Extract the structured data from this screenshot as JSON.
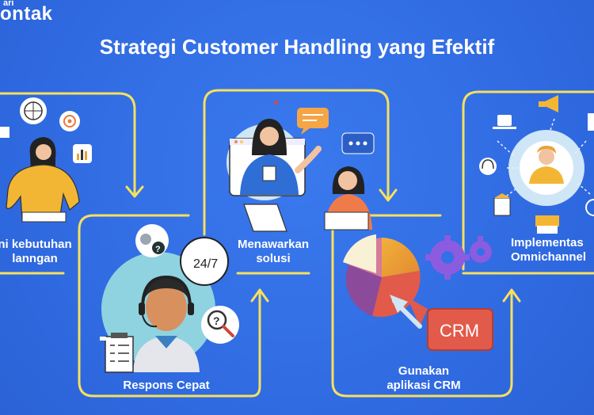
{
  "brand": {
    "line1": "ari",
    "line2": "ontak"
  },
  "title": "Strategi Customer Handling yang Efektif",
  "steps": [
    {
      "line1": "ni kebutuhan",
      "line2": "lanngan"
    },
    {
      "line1": "Respons Cepat"
    },
    {
      "line1": "Menawarkan",
      "line2": "solusi"
    },
    {
      "line1": "Gunakan",
      "line2": "aplikasi CRM"
    },
    {
      "line1": "Implementas",
      "line2": "Omnichannel"
    }
  ],
  "badges": {
    "clock": "24/7",
    "crm": "CRM",
    "question": "?"
  },
  "colors": {
    "background": "#3470e8",
    "path": "#f6e05e",
    "panel": "#2d64d9",
    "crm": "#e25a4a"
  }
}
